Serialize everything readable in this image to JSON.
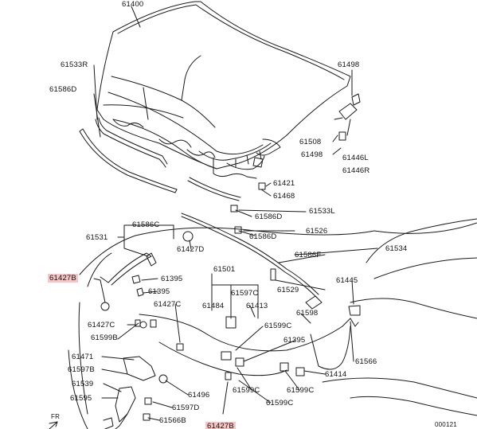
{
  "labels": {
    "p61400": "61400",
    "p61533R": "61533R",
    "p61586D_a": "61586D",
    "p61498_a": "61498",
    "p61508": "61508",
    "p61498_b": "61498",
    "p61446L": "61446L",
    "p61446R": "61446R",
    "p61421": "61421",
    "p61468": "61468",
    "p61533L": "61533L",
    "p61586D_b": "61586D",
    "p61586C": "61586C",
    "p61531": "61531",
    "p61526": "61526",
    "p61586D_c": "61586D",
    "p61427D": "61427D",
    "p61534": "61534",
    "p61586F": "61586F",
    "p61427B_a": "61427B",
    "p61501": "61501",
    "p61395_a": "61395",
    "p61395_b": "61395",
    "p61445": "61445",
    "p61597C_a": "61597C",
    "p61529": "61529",
    "p61427C_a": "61427C",
    "p61484": "61484",
    "p61413": "61413",
    "p61598": "61598",
    "p61427C_b": "61427C",
    "p61599B": "61599B",
    "p61599C_a": "61599C",
    "p61395_c": "61395",
    "p61566": "61566",
    "p61471": "61471",
    "p61597B": "61597B",
    "p61414": "61414",
    "p61539": "61539",
    "p61496": "61496",
    "p61599C_b": "61599C",
    "p61599C_c": "61599C",
    "p61595": "61595",
    "p61597D": "61597D",
    "p61599C_d": "61599C",
    "p61566B": "61566B",
    "p61427B_b": "61427B",
    "fr": "FR",
    "code": "000121"
  },
  "colors": {
    "highlight": "#f7c5c5",
    "line": "#1a1a1a"
  }
}
